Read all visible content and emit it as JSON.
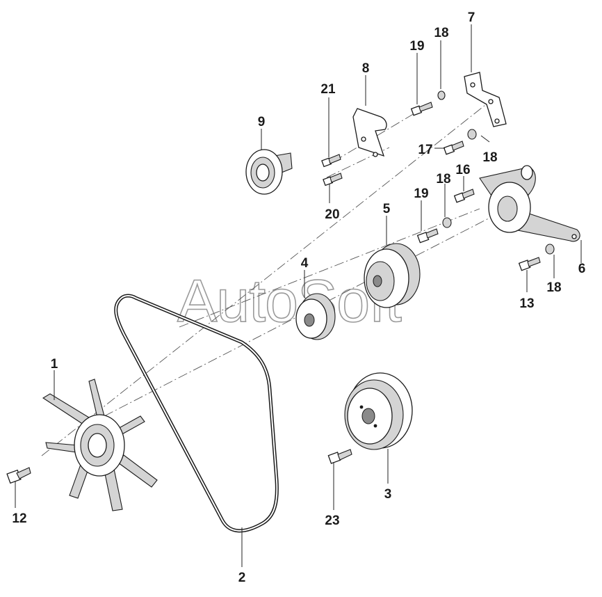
{
  "watermark": "AutoSoft",
  "callouts": [
    {
      "id": "1",
      "label": "1"
    },
    {
      "id": "2",
      "label": "2"
    },
    {
      "id": "3",
      "label": "3"
    },
    {
      "id": "4",
      "label": "4"
    },
    {
      "id": "5",
      "label": "5"
    },
    {
      "id": "6",
      "label": "6"
    },
    {
      "id": "7",
      "label": "7"
    },
    {
      "id": "8",
      "label": "8"
    },
    {
      "id": "9",
      "label": "9"
    },
    {
      "id": "12",
      "label": "12"
    },
    {
      "id": "13",
      "label": "13"
    },
    {
      "id": "16",
      "label": "16"
    },
    {
      "id": "17",
      "label": "17"
    },
    {
      "id": "18a",
      "label": "18"
    },
    {
      "id": "18b",
      "label": "18"
    },
    {
      "id": "18c",
      "label": "18"
    },
    {
      "id": "18d",
      "label": "18"
    },
    {
      "id": "19a",
      "label": "19"
    },
    {
      "id": "19b",
      "label": "19"
    },
    {
      "id": "20",
      "label": "20"
    },
    {
      "id": "21",
      "label": "21"
    },
    {
      "id": "23",
      "label": "23"
    }
  ]
}
